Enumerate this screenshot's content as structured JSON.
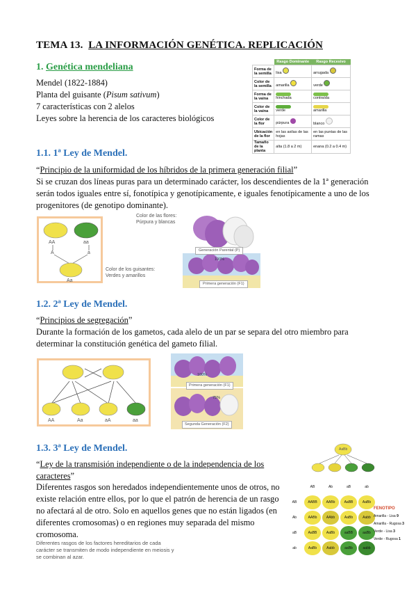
{
  "title": {
    "num": "TEMA 13.",
    "text": "LA INFORMACIÓN GENÉTICA. REPLICACIÓN"
  },
  "s1": {
    "num": "1.",
    "heading": "Genética mendeliana",
    "lines": [
      "Mendel (1822-1884)",
      "Planta del guisante (",
      "Pisum sativum",
      ")",
      "7 características con 2 alelos",
      "Leyes sobre la herencia de los caracteres biológicos"
    ]
  },
  "traits": {
    "header": [
      "Rasgo Dominante",
      "Rasgo Recesivo"
    ],
    "rows": [
      [
        "Forma de la semilla",
        "lisa",
        "arrugada"
      ],
      [
        "Color de la semilla",
        "amarilla",
        "verde"
      ],
      [
        "Forma de la vaina",
        "hinchada",
        "contraída"
      ],
      [
        "Color de la vaina",
        "verde",
        "amarilla"
      ],
      [
        "Color de la flor",
        "púrpura",
        "blanco"
      ],
      [
        "Ubicación de la flor",
        "en las axilas de las hojas",
        "en las puntas de las ramas"
      ],
      [
        "Tamaño de la planta",
        "alta (1.8 a 2 m)",
        "enana (0.2 a 0.4 m)"
      ]
    ]
  },
  "s11": {
    "heading": "1.1. 1ª Ley de Mendel.",
    "quote_open": "“",
    "quote": "Principio de la uniformidad de los híbridos de la primera generación filial",
    "quote_close": "”",
    "body": "Si se cruzan dos líneas puras para un determinado carácter, los descendientes de la 1ª generación serán todos iguales entre sí, fonotípica y genotípicamente, e iguales fenotípicamente a uno de los progenitores (de genotipo dominante)."
  },
  "fig1": {
    "AA": "AA",
    "aa": "aa",
    "A": "A",
    "a": "a",
    "Aa": "Aa",
    "flower_note": "Color de las flores: Púrpura y blancas",
    "seed_note": "Color de los guisantes: Verdes y amarillos",
    "gen_p": "Generación Parental (P)",
    "gen_f1": "Primera generación (F1)",
    "pct": "100%"
  },
  "s12": {
    "heading": "1.2. 2ª Ley de Mendel.",
    "quote_open": "“",
    "quote": "Principios de segregación",
    "quote_close": "”",
    "body": "Durante la formación de los gametos, cada alelo de un par se separa del otro miembro para determinar la constitución genética del gameto filial."
  },
  "fig2": {
    "labels": [
      "AA",
      "Aa",
      "aA",
      "aa"
    ],
    "pct1": "100%",
    "gen_f1": "Primera generación (F1)",
    "pct2": "75%",
    "gen_f2": "Segunda Generación (F2)"
  },
  "s13": {
    "heading": "1.3. 3ª Ley de Mendel.",
    "quote_open": "“",
    "quote": "Ley de la transmisión independiente o de la independencia de los caracteres",
    "quote_close": "”",
    "body": "Diferentes rasgos son heredados independientemente unos de otros, no existe relación entre ellos, por lo que el patrón de herencia de un rasgo no afectará al de otro. Solo en aquellos genes que no están ligados (en diferentes cromosomas) o en regiones muy separada del mismo cromosoma.",
    "note": "Diferentes rasgos de los factores hereditarios de cada carácter se transmiten de modo independiente en meiosis y se combinan al azar."
  },
  "punnett": {
    "top": "AaBb",
    "cols": [
      "AB",
      "Ab",
      "aB",
      "ab"
    ],
    "rows": [
      "AB",
      "Ab",
      "aB",
      "ab"
    ],
    "cells": [
      [
        "AABB",
        "AABb",
        "AaBB",
        "AaBb"
      ],
      [
        "AABb",
        "AAbb",
        "AaBb",
        "Aabb"
      ],
      [
        "AaBB",
        "AaBb",
        "aaBB",
        "aaBb"
      ],
      [
        "AaBb",
        "Aabb",
        "aaBb",
        "aabb"
      ]
    ],
    "fenotipo": "FENOTIPO",
    "legend": [
      [
        "Amarilla - Lisa",
        "9"
      ],
      [
        "Amarilla - Rugosa",
        "3"
      ],
      [
        "Verde - Lisa",
        "3"
      ],
      [
        "Verde - Rugosa",
        "1"
      ]
    ]
  }
}
